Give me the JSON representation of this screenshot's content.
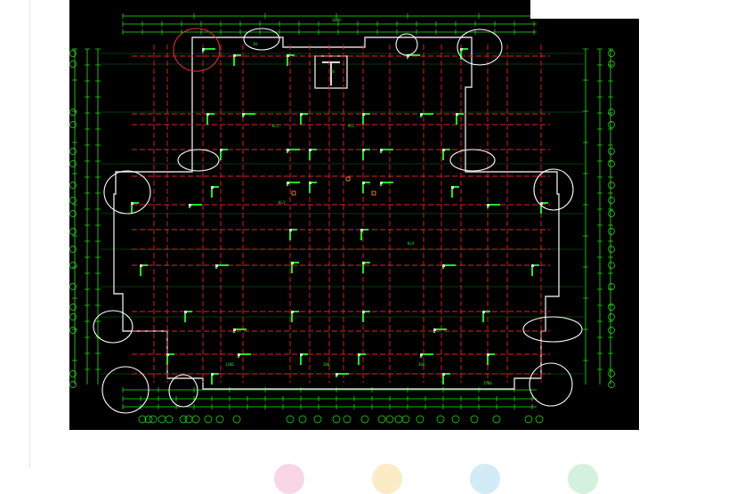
{
  "drawing": {
    "background": "#000000",
    "colors": {
      "axis": "#29e81f",
      "wall": "#d9d9d9",
      "beam": "#e8202a",
      "column": "#22e81f",
      "callout": "#ffffff",
      "callout_alt": "#e0332a"
    },
    "annotations": {
      "top_label": "1000",
      "label_a": "1N",
      "label_b": "TB",
      "label_c": "KL1",
      "label_d": "KL2",
      "label_e": "KL3",
      "label_f": "KL4",
      "label_g": "1200",
      "label_h": "200",
      "label_i": "300",
      "label_j": "1500"
    }
  },
  "page_dots": [
    {
      "color": "#f9d6e3"
    },
    {
      "color": "#fbecc7"
    },
    {
      "color": "#d3ebf7"
    },
    {
      "color": "#d4f1de"
    }
  ]
}
